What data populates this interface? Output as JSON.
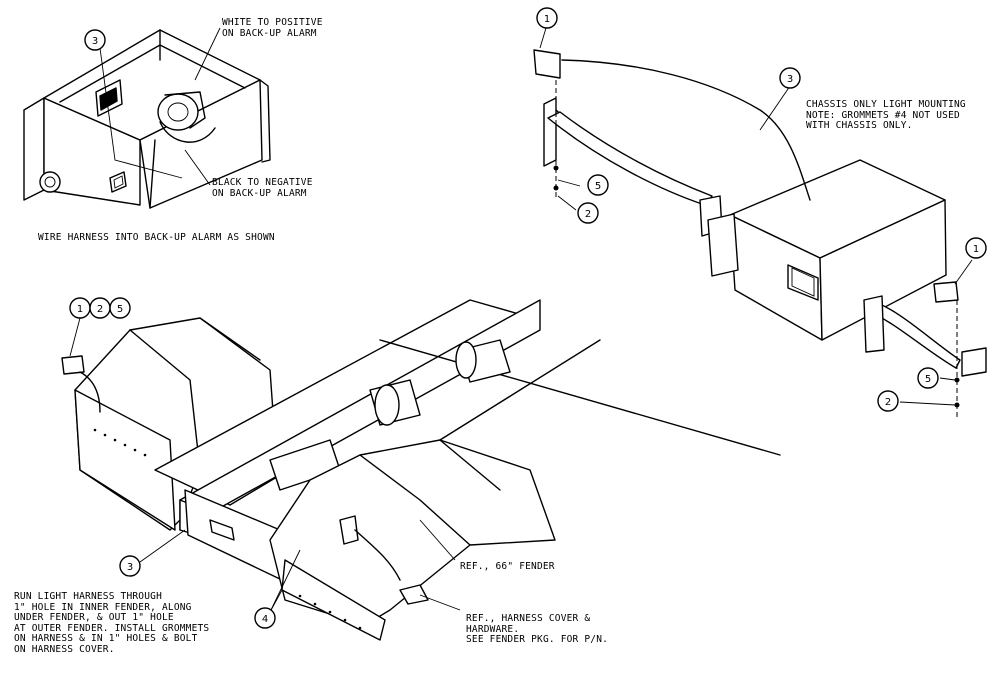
{
  "notes": {
    "white_wire": "WHITE TO POSITIVE\nON BACK-UP ALARM",
    "black_wire": "BLACK TO NEGATIVE\nON BACK-UP ALARM",
    "wire_harness": "WIRE HARNESS INTO BACK-UP ALARM AS SHOWN",
    "chassis_only": "CHASSIS ONLY LIGHT MOUNTING\nNOTE: GROMMETS #4 NOT USED\nWITH CHASSIS ONLY.",
    "run_light": "RUN LIGHT HARNESS THROUGH\n1\" HOLE IN INNER FENDER, ALONG\nUNDER FENDER, & OUT 1\" HOLE\nAT OUTER FENDER. INSTALL GROMMETS\nON HARNESS & IN 1\" HOLES & BOLT\nON HARNESS COVER.",
    "ref_fender": "REF., 66\" FENDER",
    "ref_harness": "REF., HARNESS COVER &\nHARDWARE.\nSEE FENDER PKG. FOR P/N."
  },
  "callouts": {
    "a3": "3",
    "b1": "1",
    "b3": "3",
    "b5": "5",
    "b2": "2",
    "b1r": "1",
    "b5r": "5",
    "b2r": "2",
    "c1": "1",
    "c2": "2",
    "c5": "5",
    "c3": "3",
    "c4": "4"
  }
}
